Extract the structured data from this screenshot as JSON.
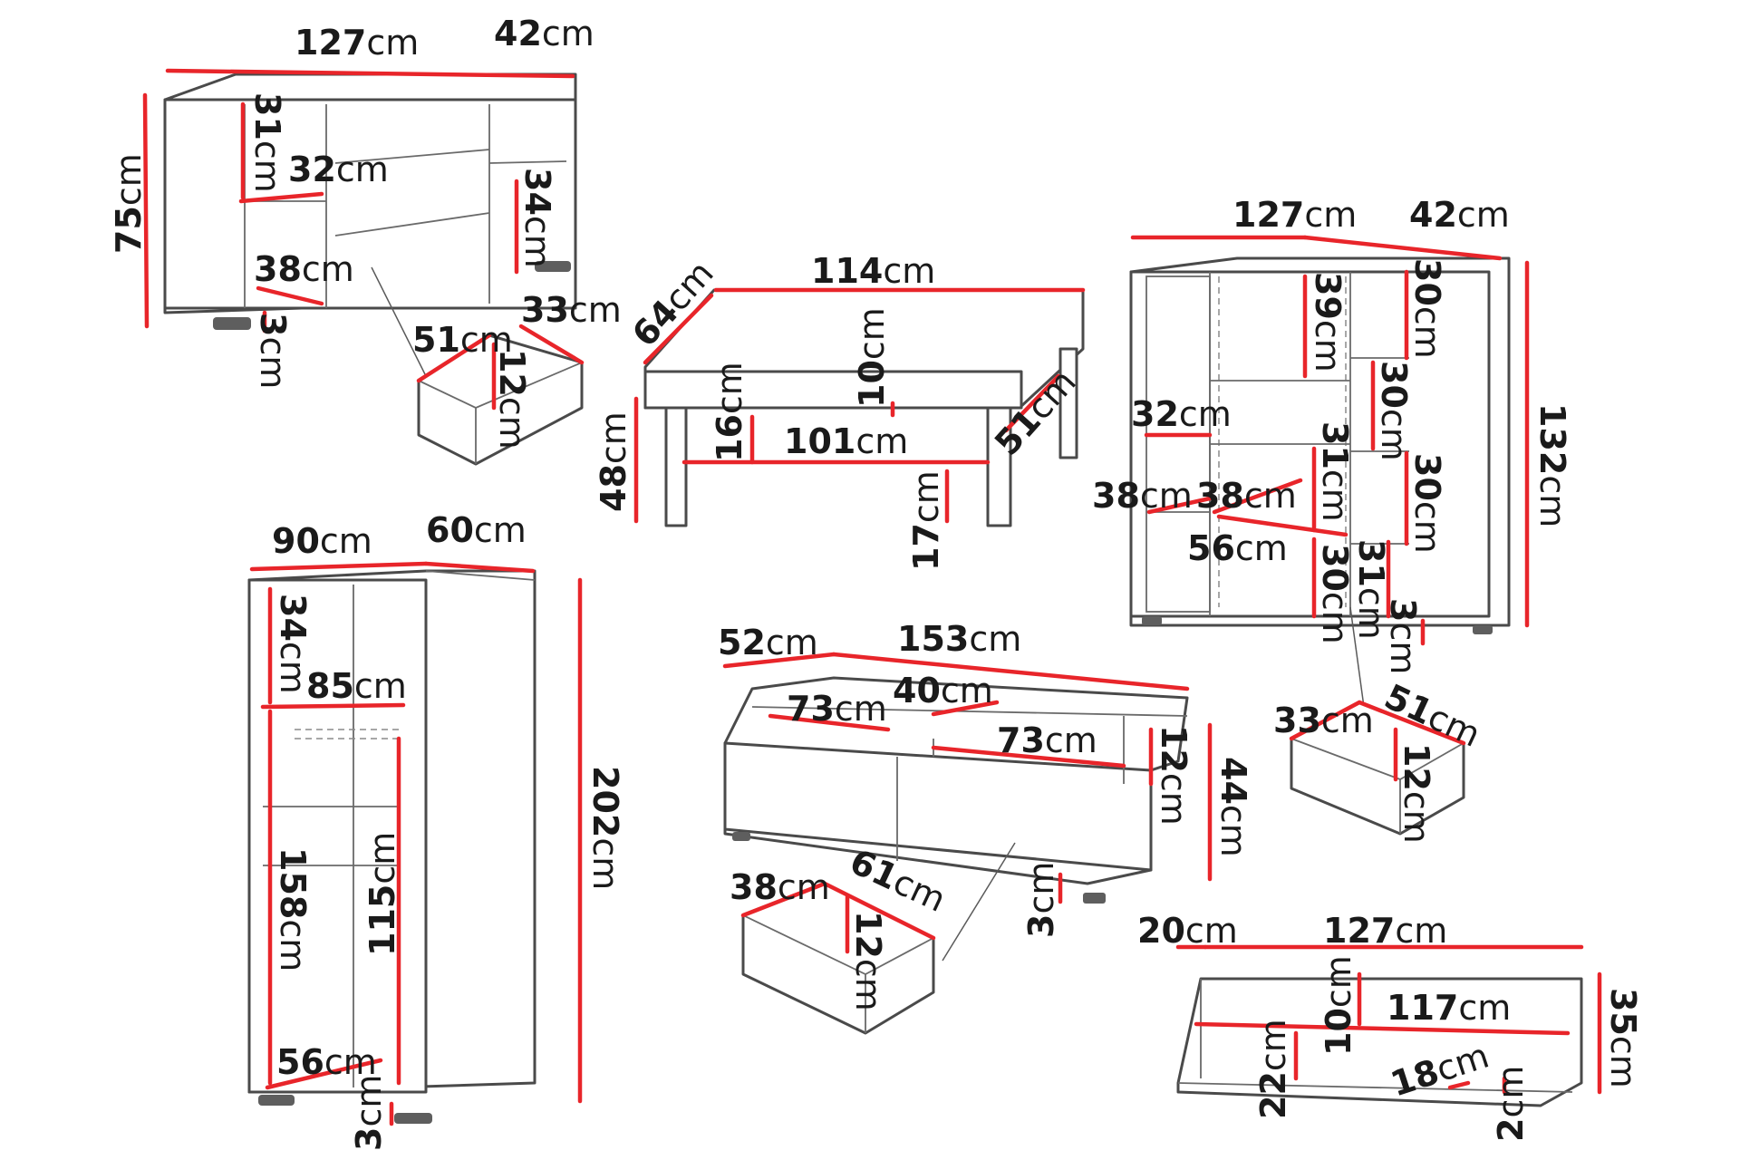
{
  "colors": {
    "dimension_line": "#e8252a",
    "outline": "#4a4a4a",
    "background": "#ffffff"
  },
  "unit": "cm",
  "sideboard": {
    "dims": [
      "127",
      "42",
      "75",
      "31",
      "32",
      "34",
      "38",
      "3"
    ],
    "drawer": [
      "51",
      "33",
      "12"
    ]
  },
  "coffee_table": {
    "dims": [
      "114",
      "64",
      "48",
      "16",
      "10",
      "101",
      "51",
      "17"
    ]
  },
  "display_cabinet": {
    "dims": [
      "127",
      "42",
      "39",
      "30",
      "30",
      "30",
      "132",
      "32",
      "31",
      "38",
      "38",
      "56",
      "30",
      "31",
      "3"
    ],
    "drawer": [
      "33",
      "51",
      "12"
    ]
  },
  "wardrobe": {
    "dims": [
      "90",
      "60",
      "34",
      "85",
      "158",
      "115",
      "202",
      "56",
      "3"
    ]
  },
  "tv_stand": {
    "dims": [
      "52",
      "153",
      "40",
      "73",
      "73",
      "12",
      "44",
      "3"
    ],
    "drawer": [
      "38",
      "61",
      "12"
    ]
  },
  "wall_shelf": {
    "dims": [
      "20",
      "127",
      "10",
      "117",
      "35",
      "22",
      "18",
      "2"
    ]
  }
}
